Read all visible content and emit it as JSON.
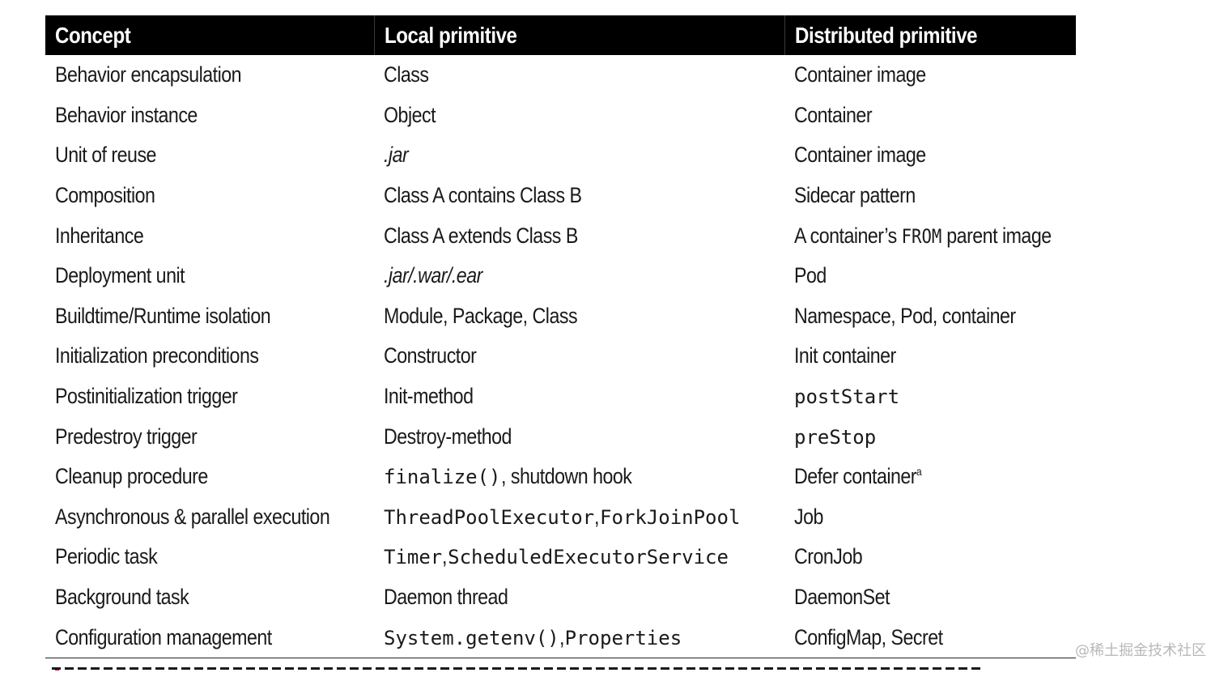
{
  "table": {
    "headers": {
      "concept": "Concept",
      "local": "Local primitive",
      "distributed": "Distributed primitive"
    },
    "rows": [
      {
        "concept": "Behavior encapsulation",
        "local": "Class",
        "distributed": "Container image"
      },
      {
        "concept": "Behavior instance",
        "local": "Object",
        "distributed": "Container"
      },
      {
        "concept": "Unit of reuse",
        "local": ".jar",
        "distributed": "Container image"
      },
      {
        "concept": "Composition",
        "local": "Class A contains Class B",
        "distributed": "Sidecar pattern"
      },
      {
        "concept": "Inheritance",
        "local": "Class A extends Class B",
        "distributed_prefix": "A container’s ",
        "distributed_code": "FROM",
        "distributed_suffix": " parent image"
      },
      {
        "concept": "Deployment unit",
        "local": ".jar/.war/.ear",
        "distributed": "Pod"
      },
      {
        "concept": "Buildtime/Runtime isolation",
        "local": "Module, Package, Class",
        "distributed": "Namespace, Pod, container"
      },
      {
        "concept": "Initialization preconditions",
        "local": "Constructor",
        "distributed": "Init container"
      },
      {
        "concept": "Postinitialization trigger",
        "local": "Init-method",
        "distributed_code": "postStart"
      },
      {
        "concept": "Predestroy trigger",
        "local": "Destroy-method",
        "distributed_code": "preStop"
      },
      {
        "concept": "Cleanup procedure",
        "local_code": "finalize()",
        "local_suffix": ", shutdown hook",
        "distributed": "Defer container",
        "distributed_sup": "a"
      },
      {
        "concept": "Asynchronous & parallel execution",
        "local_code": "ThreadPoolExecutor",
        "local_sep": ", ",
        "local_code2": "ForkJoinPool",
        "distributed": "Job"
      },
      {
        "concept": "Periodic task",
        "local_code": "Timer",
        "local_sep": ", ",
        "local_code2": "ScheduledExecutorService",
        "distributed": "CronJob"
      },
      {
        "concept": "Background task",
        "local": "Daemon thread",
        "distributed": "DaemonSet"
      },
      {
        "concept": "Configuration management",
        "local_code": "System.getenv()",
        "local_sep": ", ",
        "local_code2": "Properties",
        "distributed": "ConfigMap, Secret"
      }
    ]
  },
  "watermark": "@稀土掘金技术社区"
}
